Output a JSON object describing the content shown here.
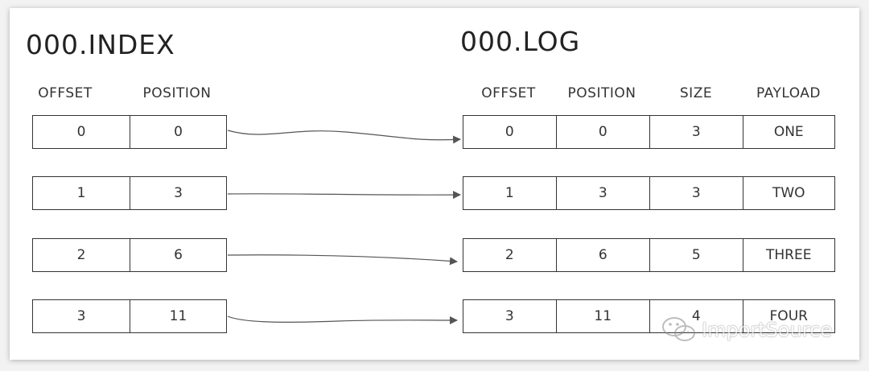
{
  "index": {
    "title": "000.INDEX",
    "headers": [
      "OFFSET",
      "POSITION"
    ],
    "rows": [
      [
        "0",
        "0"
      ],
      [
        "1",
        "3"
      ],
      [
        "2",
        "6"
      ],
      [
        "3",
        "11"
      ]
    ]
  },
  "log": {
    "title": "000.LOG",
    "headers": [
      "OFFSET",
      "POSITION",
      "SIZE",
      "PAYLOAD"
    ],
    "rows": [
      [
        "0",
        "0",
        "3",
        "ONE"
      ],
      [
        "1",
        "3",
        "3",
        "TWO"
      ],
      [
        "2",
        "6",
        "5",
        "THREE"
      ],
      [
        "3",
        "11",
        "4",
        "FOUR"
      ]
    ]
  },
  "watermark": {
    "text": "ImportSource",
    "icon": "wechat-icon"
  },
  "colors": {
    "stroke": "#333333",
    "arrow": "#555555",
    "background": "#ffffff"
  }
}
